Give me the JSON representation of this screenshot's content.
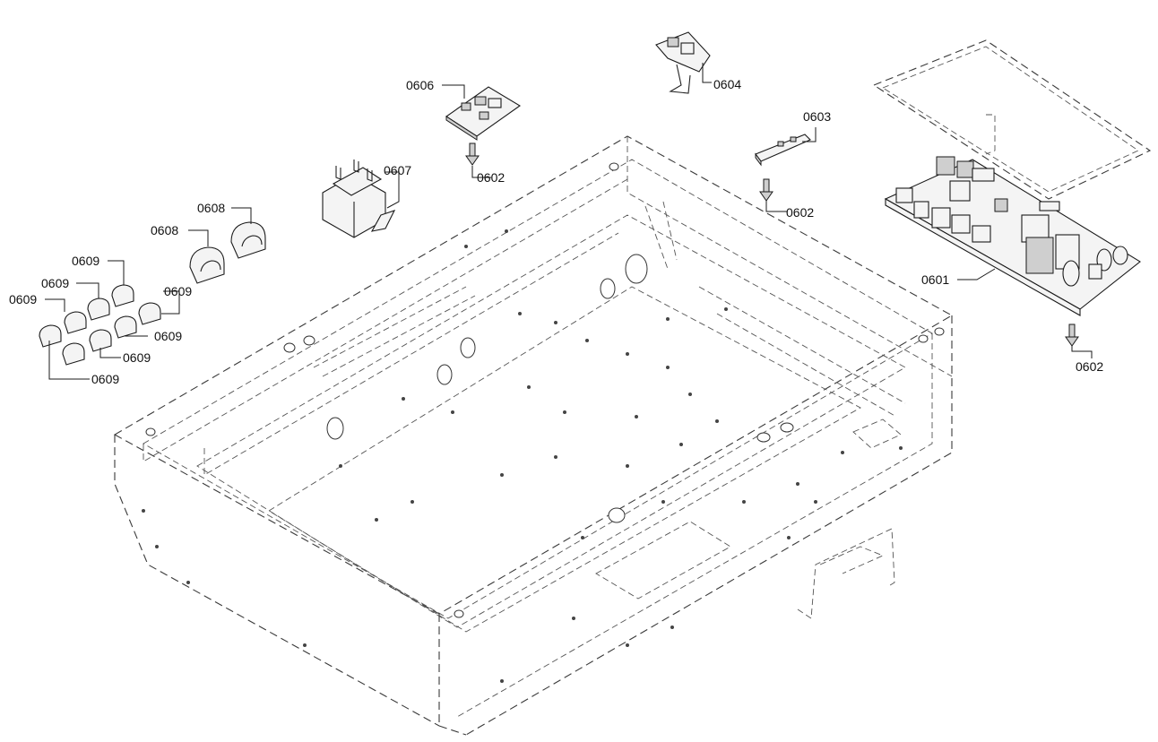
{
  "callouts": {
    "board_main": "0601",
    "screw_1": "0602",
    "screw_2": "0602",
    "screw_3": "0602",
    "board_small": "0603",
    "bracket_board": "0604",
    "board_control": "0606",
    "transformer": "0607",
    "clip_large_1": "0608",
    "clip_large_2": "0608",
    "clip_small_1": "0609",
    "clip_small_2": "0609",
    "clip_small_3": "0609",
    "clip_small_4": "0609",
    "clip_small_5": "0609",
    "clip_small_6": "0609",
    "clip_small_7": "0609"
  },
  "colors": {
    "line": "#1a1a1a",
    "background": "#ffffff"
  }
}
